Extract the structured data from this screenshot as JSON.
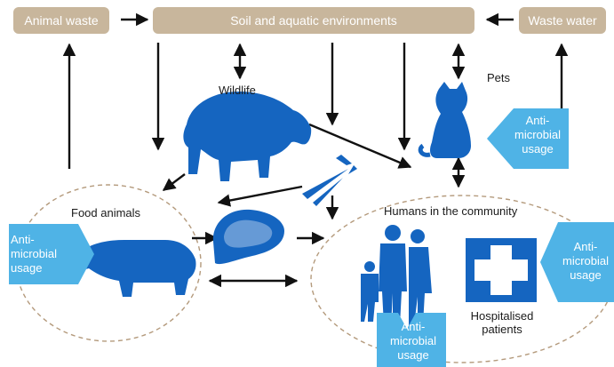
{
  "nodes": {
    "animal_waste": "Animal waste",
    "soil_aquatic": "Soil and aquatic environments",
    "waste_water": "Waste water"
  },
  "labels": {
    "wildlife": "Wildlife",
    "pets": "Pets",
    "food_animals": "Food animals",
    "humans_community": "Humans in the community",
    "hospitalised_line1": "Hospitalised",
    "hospitalised_line2": "patients"
  },
  "antimicrobial_usage": {
    "line1": "Anti-",
    "line2": "microbial",
    "line3": "usage"
  },
  "colors": {
    "source_box": "#c8b69c",
    "animal_blue": "#1565c0",
    "usage_blue": "#4fb3e6",
    "dashed_circle": "#b49a7c",
    "arrow": "#111111"
  },
  "icons": [
    "wild-boar-icon",
    "cat-icon",
    "pig-icon",
    "carrots-icon",
    "meat-steak-icon",
    "family-icon",
    "hospital-cross-icon"
  ]
}
